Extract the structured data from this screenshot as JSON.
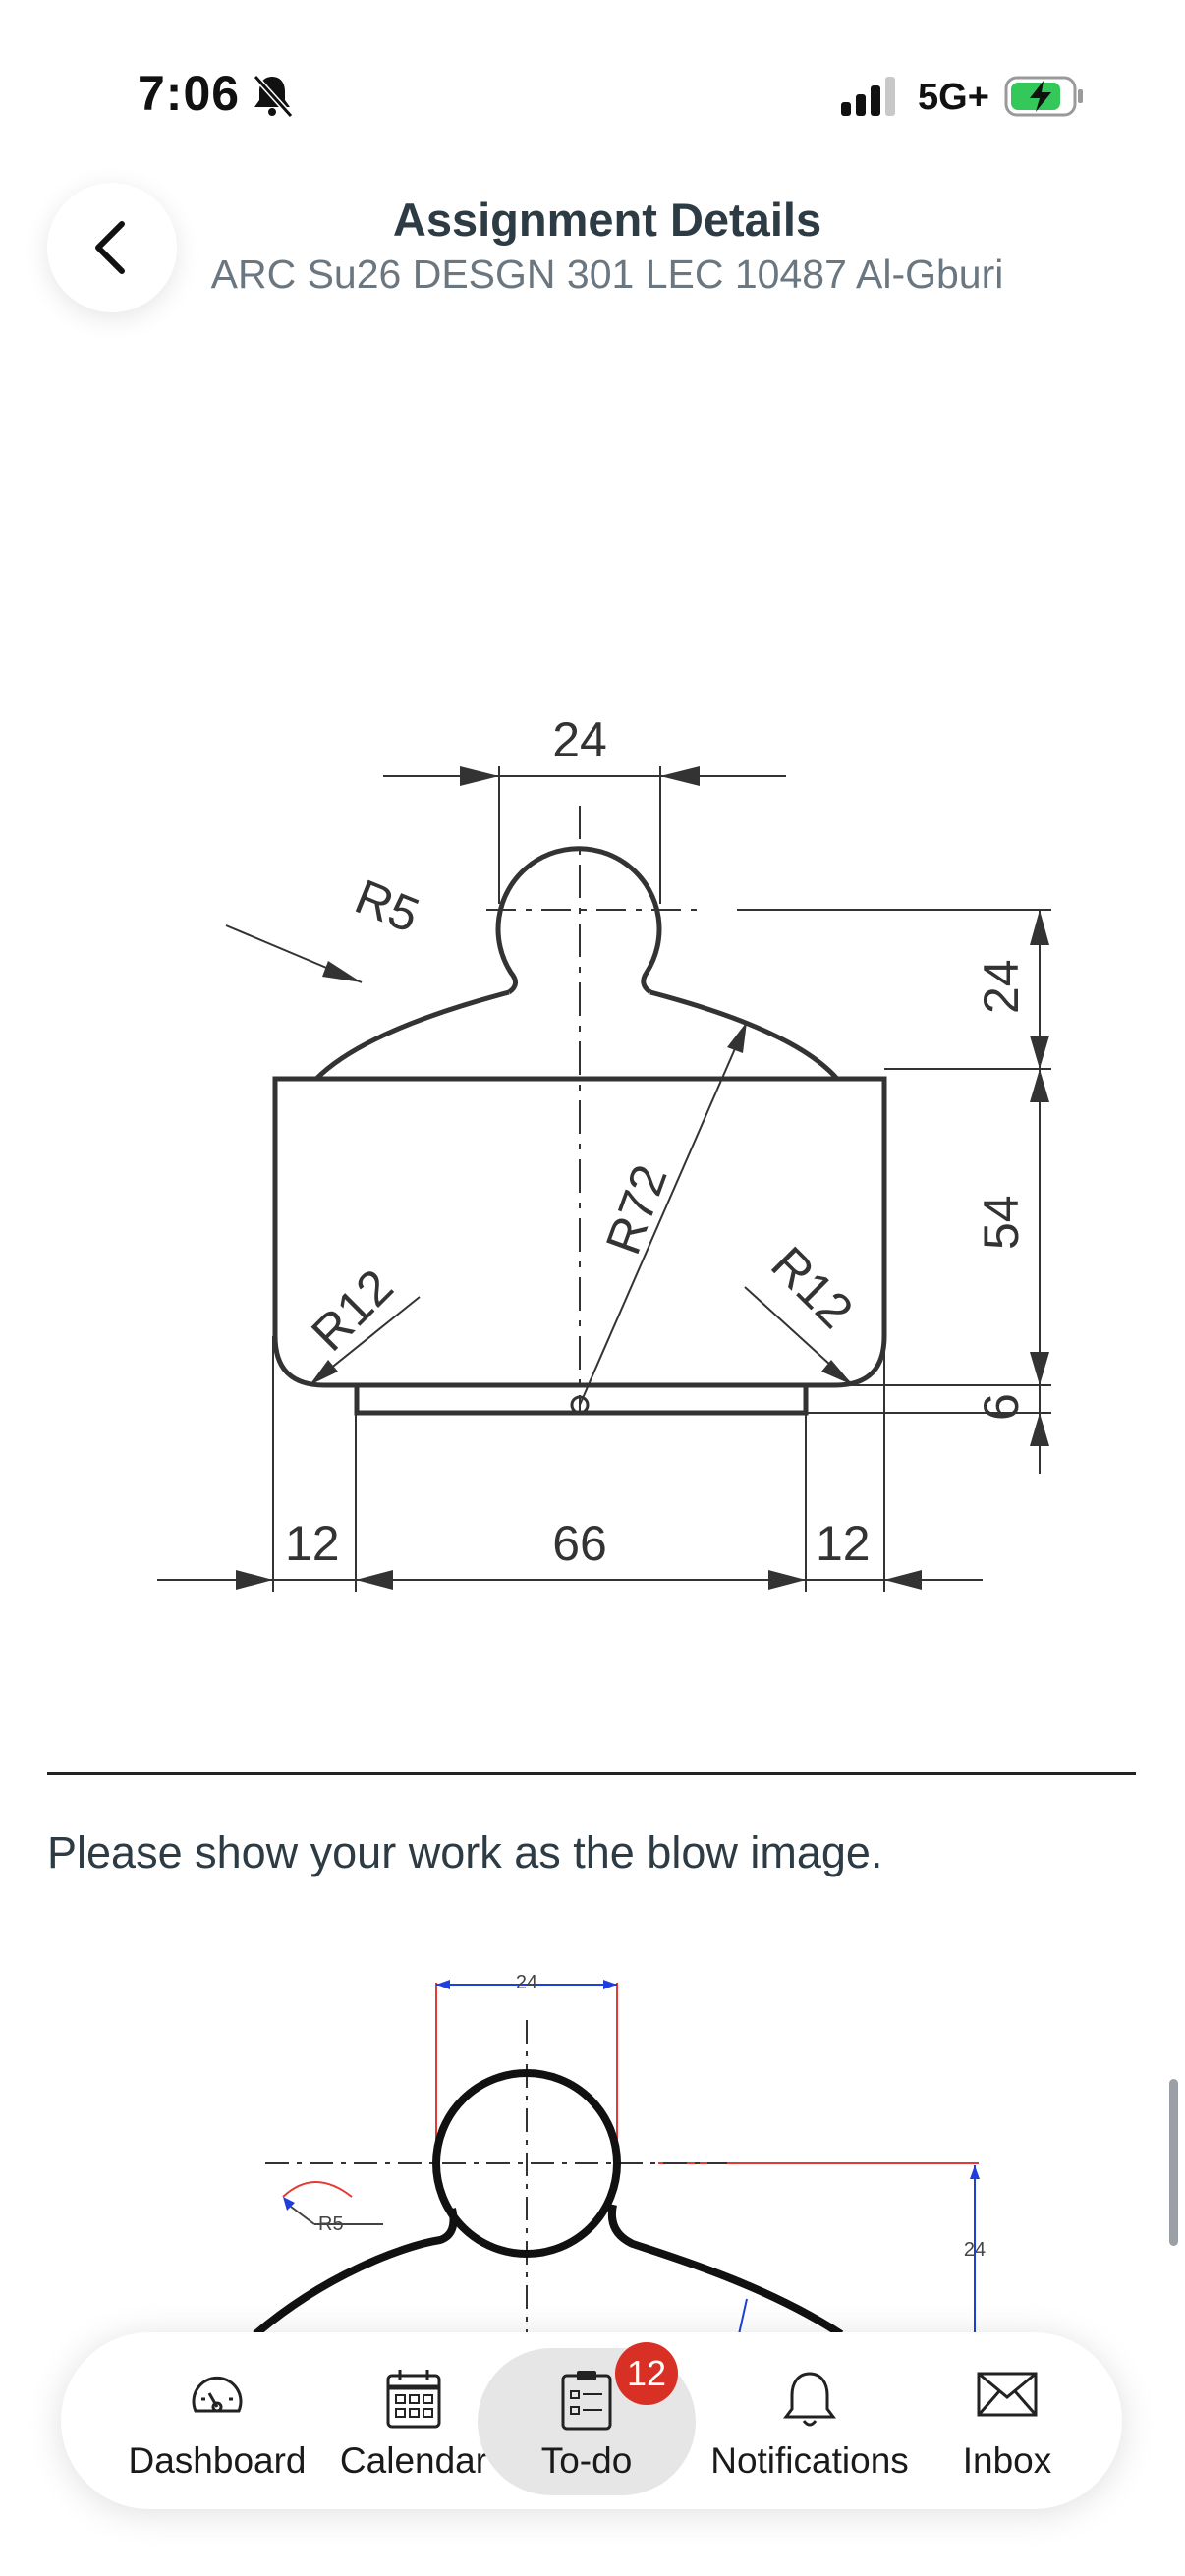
{
  "status": {
    "time": "7:06",
    "network": "5G+"
  },
  "header": {
    "title": "Assignment Details",
    "subtitle": "ARC Su26 DESGN  301 LEC 10487 Al-Gburi"
  },
  "drawing_main": {
    "labels": {
      "top_width": "24",
      "r5": "R5",
      "r72": "R72",
      "r12_left": "R12",
      "r12_right": "R12",
      "right_top": "24",
      "right_mid": "54",
      "right_bottom": "6",
      "bottom_left": "12",
      "bottom_mid": "66",
      "bottom_right": "12"
    }
  },
  "content": {
    "instruction": "Please show your work as the blow image."
  },
  "drawing_example": {
    "labels": {
      "top_width": "24",
      "r5": "R5",
      "right_height": "24"
    }
  },
  "tabs": [
    {
      "label": "Dashboard",
      "icon": "dashboard-icon"
    },
    {
      "label": "Calendar",
      "icon": "calendar-icon"
    },
    {
      "label": "To-do",
      "icon": "todo-icon",
      "badge": "12",
      "active": true
    },
    {
      "label": "Notifications",
      "icon": "bell-icon"
    },
    {
      "label": "Inbox",
      "icon": "inbox-icon"
    }
  ],
  "colors": {
    "text": "#2d3b45",
    "muted": "#6b7780",
    "badge": "#d93025",
    "active_tab": "#e6e6e6",
    "dimension_blue": "#1f3fdc",
    "dimension_red": "#e53935"
  }
}
